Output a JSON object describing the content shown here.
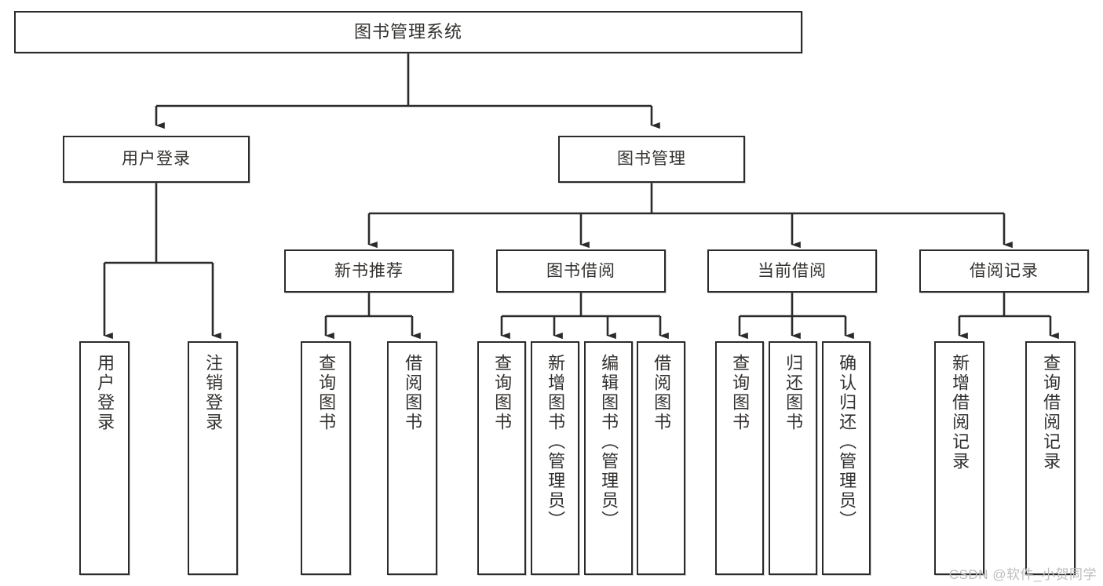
{
  "diagram": {
    "type": "tree-hierarchy",
    "title": "图书管理系统",
    "root": {
      "id": "root",
      "label": "图书管理系统"
    },
    "level2": [
      {
        "id": "user-login",
        "label": "用户登录"
      },
      {
        "id": "book-manage",
        "label": "图书管理"
      }
    ],
    "level3": [
      {
        "id": "new-book-recommend",
        "label": "新书推荐",
        "parent": "book-manage"
      },
      {
        "id": "book-borrow",
        "label": "图书借阅",
        "parent": "book-manage"
      },
      {
        "id": "current-borrow",
        "label": "当前借阅",
        "parent": "book-manage"
      },
      {
        "id": "borrow-record",
        "label": "借阅记录",
        "parent": "book-manage"
      }
    ],
    "leaves": {
      "user_login": [
        {
          "id": "leaf-user-login",
          "label": "用户登录"
        },
        {
          "id": "leaf-user-logout",
          "label": "注销登录"
        }
      ],
      "new_book_recommend": [
        {
          "id": "leaf-query-book-1",
          "label": "查询图书"
        },
        {
          "id": "leaf-borrow-book-1",
          "label": "借阅图书"
        }
      ],
      "book_borrow": [
        {
          "id": "leaf-query-book-2",
          "label": "查询图书"
        },
        {
          "id": "leaf-add-book",
          "label": "新增图书（管理员）"
        },
        {
          "id": "leaf-edit-book",
          "label": "编辑图书（管理员）"
        },
        {
          "id": "leaf-borrow-book-2",
          "label": "借阅图书"
        }
      ],
      "current_borrow": [
        {
          "id": "leaf-query-book-3",
          "label": "查询图书"
        },
        {
          "id": "leaf-return-book",
          "label": "归还图书"
        },
        {
          "id": "leaf-confirm-return",
          "label": "确认归还（管理员）"
        }
      ],
      "borrow_record": [
        {
          "id": "leaf-add-record",
          "label": "新增借阅记录"
        },
        {
          "id": "leaf-query-record",
          "label": "查询借阅记录"
        }
      ]
    },
    "colors": {
      "stroke": "#2b2b2b",
      "fill": "#ffffff",
      "text": "#33312f",
      "watermark": "#bcbcbc"
    }
  },
  "watermark": {
    "text": "CSDN @软件_小贺同学"
  }
}
